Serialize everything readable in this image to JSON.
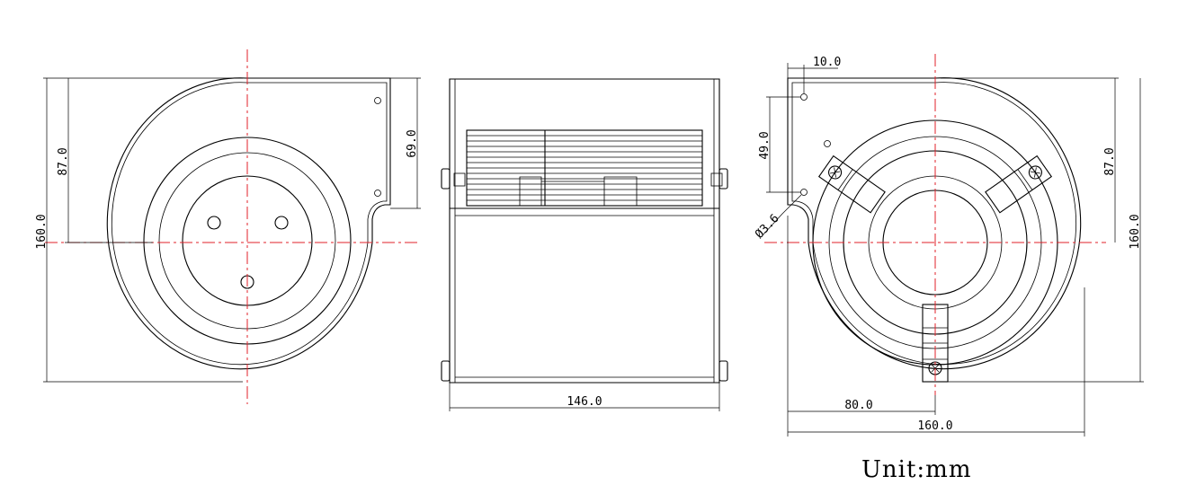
{
  "dimensions": {
    "left_height": "160.0",
    "left_inner": "87.0",
    "left_outlet": "69.0",
    "side_width": "146.0",
    "right_top_offset": "10.0",
    "right_hole_spacing": "49.0",
    "right_hole_dia": "Ø3.6",
    "right_inner": "87.0",
    "right_height": "160.0",
    "right_half_width": "80.0",
    "right_width": "160.0"
  },
  "unit_label": "Unit:mm",
  "colors": {
    "line": "#000000",
    "centerline": "#e0202a",
    "background": "#ffffff"
  }
}
